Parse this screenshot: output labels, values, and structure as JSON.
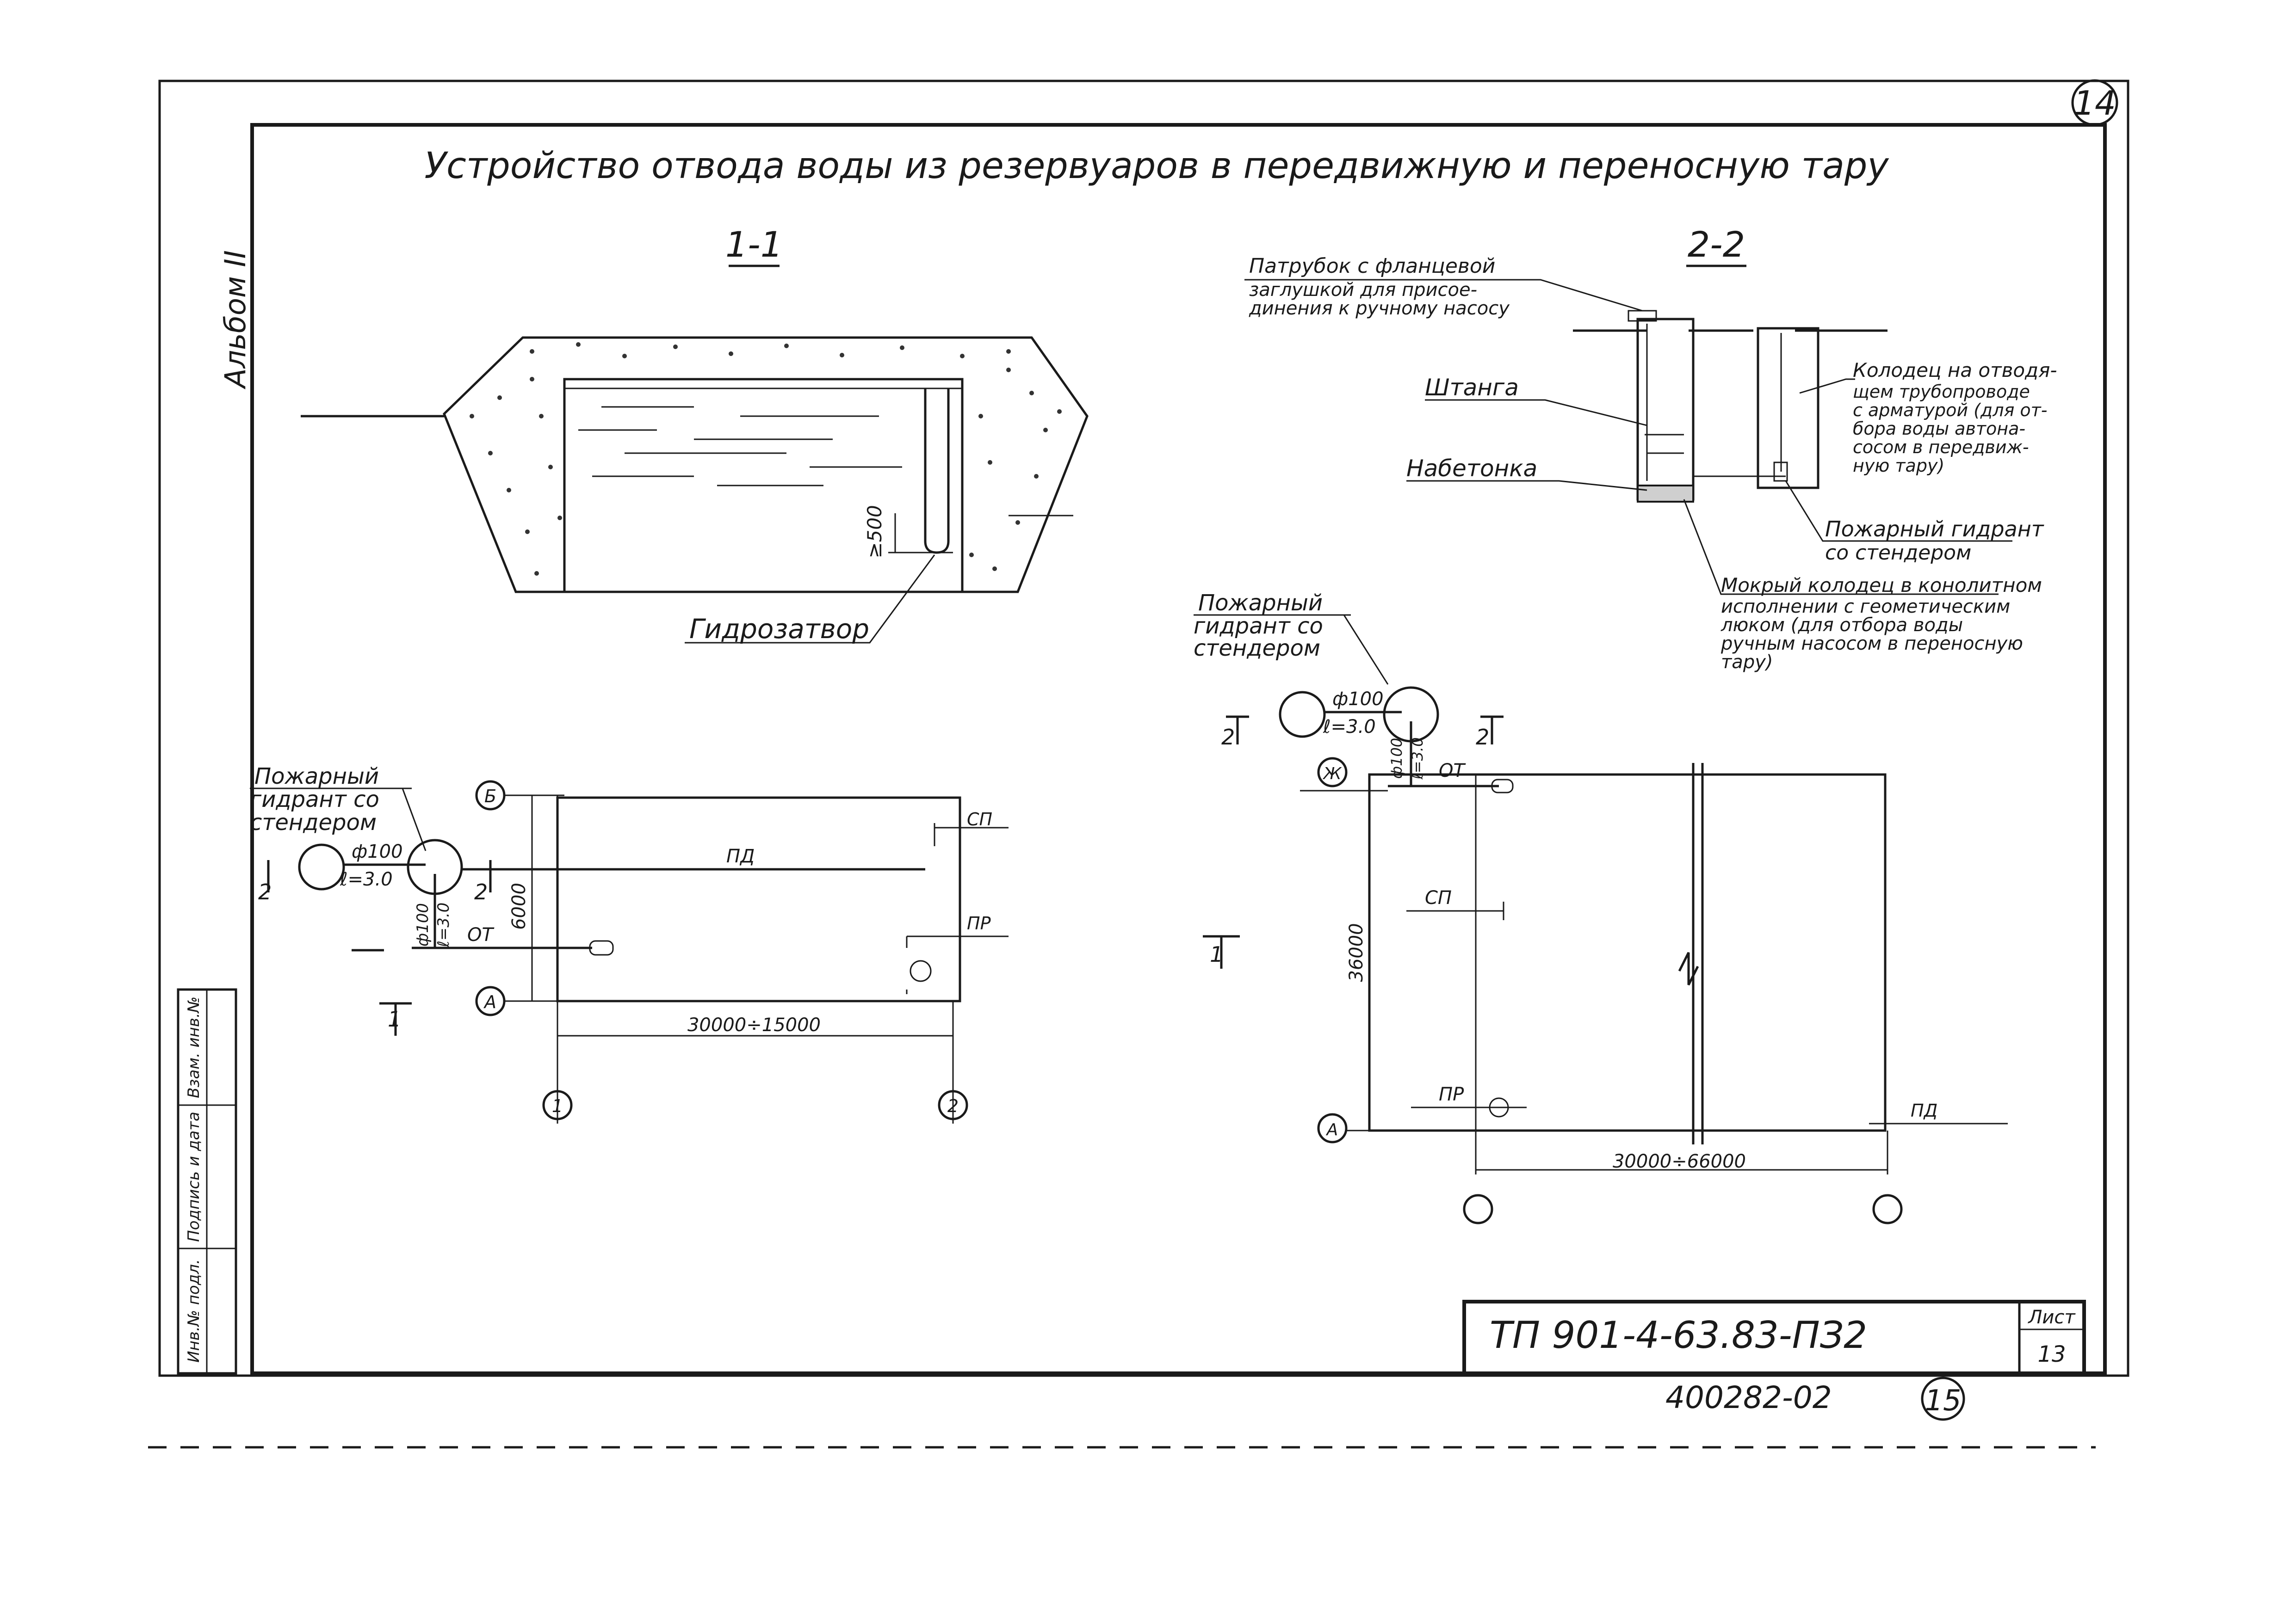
{
  "sheet": {
    "number_top": "14",
    "number_bottom": "15",
    "title": "Устройство отвода воды из резервуаров в передвижную и переносную тару",
    "album": "Альбом II",
    "stamp_labels": [
      "Инв.№ подл.",
      "Подпись и дата",
      "Взам. инв.№"
    ],
    "doc_code": "ТП 901-4-63.83-ПЗ2",
    "sheet_label": "Лист",
    "sheet_no": "13",
    "archive_no": "400282-02"
  },
  "section_1_1": {
    "title": "1-1",
    "hydroseal_label": "Гидрозатвор",
    "dim_label": "≥500"
  },
  "section_2_2": {
    "title": "2-2",
    "pipe_stub_label_1": "Патрубок с фланцевой",
    "pipe_stub_label_2": "заглушкой для присое-",
    "pipe_stub_label_3": "динения к ручному насосу",
    "rod_label": "Штанга",
    "concrete_label": "Набетонка",
    "well_label_1": "Колодец на отводя-",
    "well_label_2": "щем трубопроводе",
    "well_label_3": "с арматурой (для от-",
    "well_label_4": "бора воды автона-",
    "well_label_5": "сосом в передвиж-",
    "well_label_6": "ную тару)",
    "hydrant_label_1": "Пожарный гидрант",
    "hydrant_label_2": "со стендером",
    "wet_well_label_1": "Мокрый колодец в конолитном",
    "wet_well_label_2": "исполнении с геометическим",
    "wet_well_label_3": "люком (для отбора воды",
    "wet_well_label_4": "ручным насосом в переносную",
    "wet_well_label_5": "тару)"
  },
  "plan_left": {
    "hydrant_label_1": "Пожарный",
    "hydrant_label_2": "гидрант со",
    "hydrant_label_3": "стендером",
    "pipe_diam": "ф100",
    "pipe_len": "ℓ=3.0",
    "pipe_diam_v": "ф100",
    "pipe_len_v": "ℓ=3.0",
    "cut_mark": "2",
    "cut_mark_right": "2",
    "cut_mark_bottom": "1",
    "axis_b": "Б",
    "axis_a": "А",
    "axis_1": "1",
    "axis_2": "2",
    "dim_vertical": "6000",
    "dim_horizontal": "30000÷15000",
    "line_pd": "ПД",
    "line_ot": "ОТ",
    "line_sp": "СП",
    "line_pr": "ПР"
  },
  "plan_right": {
    "hydrant_label_1": "Пожарный",
    "hydrant_label_2": "гидрант со",
    "hydrant_label_3": "стендером",
    "pipe_diam": "ф100",
    "pipe_len": "ℓ=3.0",
    "pipe_diam_v": "ф100",
    "pipe_len_v": "ℓ=3.0",
    "cut_mark_left": "2",
    "cut_mark_right": "2",
    "cut_mark_bottom": "1",
    "axis_zh": "Ж",
    "axis_a": "А",
    "dim_vertical": "36000",
    "dim_horizontal": "30000÷66000",
    "line_ot": "ОТ",
    "line_sp": "СП",
    "line_pr": "ПР",
    "line_pd": "ПД"
  }
}
